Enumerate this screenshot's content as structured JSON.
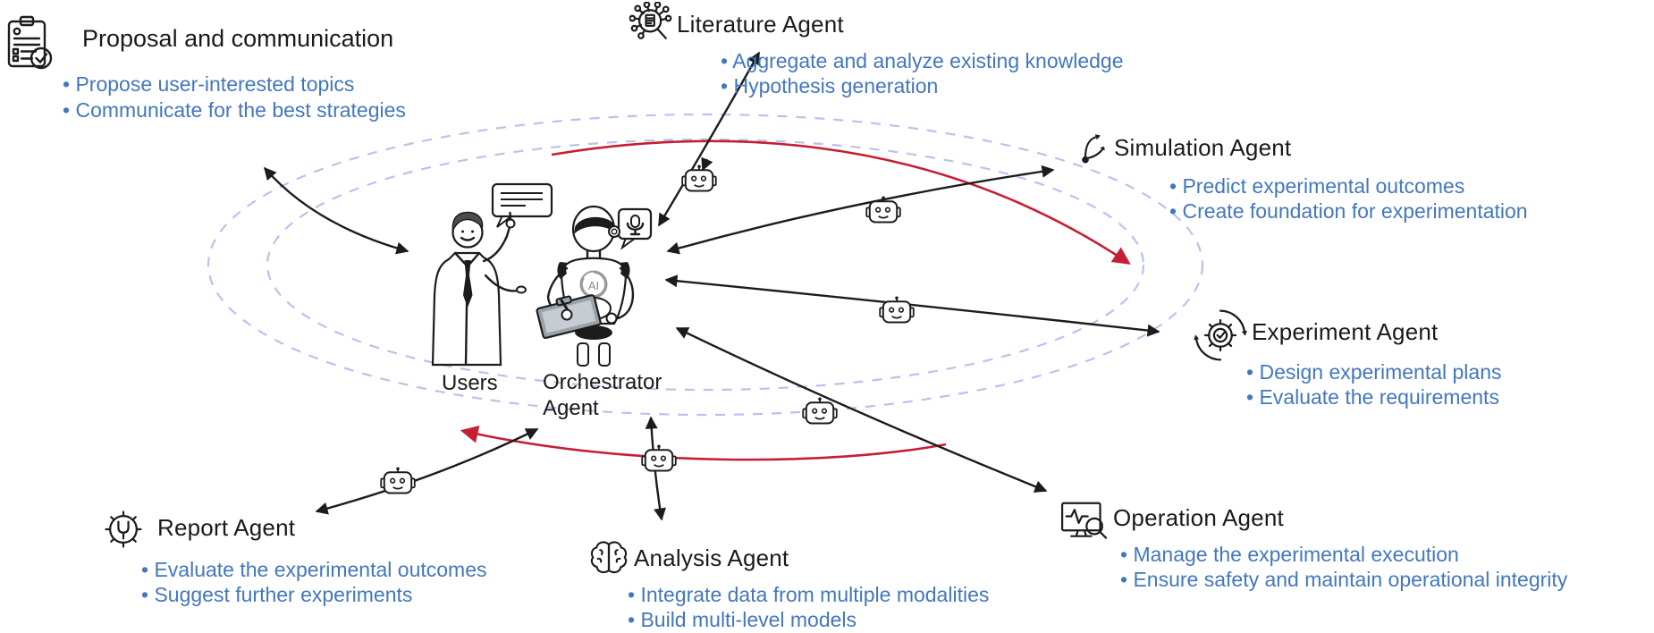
{
  "agents": {
    "proposal": {
      "title": "Proposal and communication",
      "icon": "clipboard-check-icon",
      "bullets": [
        "Propose user-interested topics",
        "Communicate for the best strategies"
      ]
    },
    "literature": {
      "title": "Literature Agent",
      "icon": "literature-search-icon",
      "bullets": [
        "Aggregate and analyze existing knowledge",
        "Hypothesis generation"
      ]
    },
    "simulation": {
      "title": "Simulation Agent",
      "icon": "branching-arrows-icon",
      "bullets": [
        "Predict experimental outcomes",
        "Create foundation for experimentation"
      ]
    },
    "experiment": {
      "title": "Experiment Agent",
      "icon": "gear-cycle-check-icon",
      "bullets": [
        "Design experimental plans",
        "Evaluate the requirements"
      ]
    },
    "operation": {
      "title": "Operation Agent",
      "icon": "monitor-pulse-magnifier-icon",
      "bullets": [
        "Manage the experimental execution",
        "Ensure safety and maintain operational integrity"
      ]
    },
    "analysis": {
      "title": "Analysis Agent",
      "icon": "brain-icon",
      "bullets": [
        "Integrate data from multiple modalities",
        "Build multi-level models"
      ]
    },
    "report": {
      "title": "Report Agent",
      "icon": "gear-wrench-icon",
      "bullets": [
        "Evaluate the experimental outcomes",
        "Suggest further experiments"
      ]
    }
  },
  "center": {
    "users_label": "Users",
    "orchestrator_label_line1": "Orchestrator",
    "orchestrator_label_line2": "Agent",
    "ai_badge": "AI"
  },
  "colors": {
    "bullet_text_blue": "#4377bd",
    "flow_arrow_red": "#c51f34",
    "orbit_dash_blue": "#b7c3ec",
    "line_black": "#1c1c1c"
  }
}
